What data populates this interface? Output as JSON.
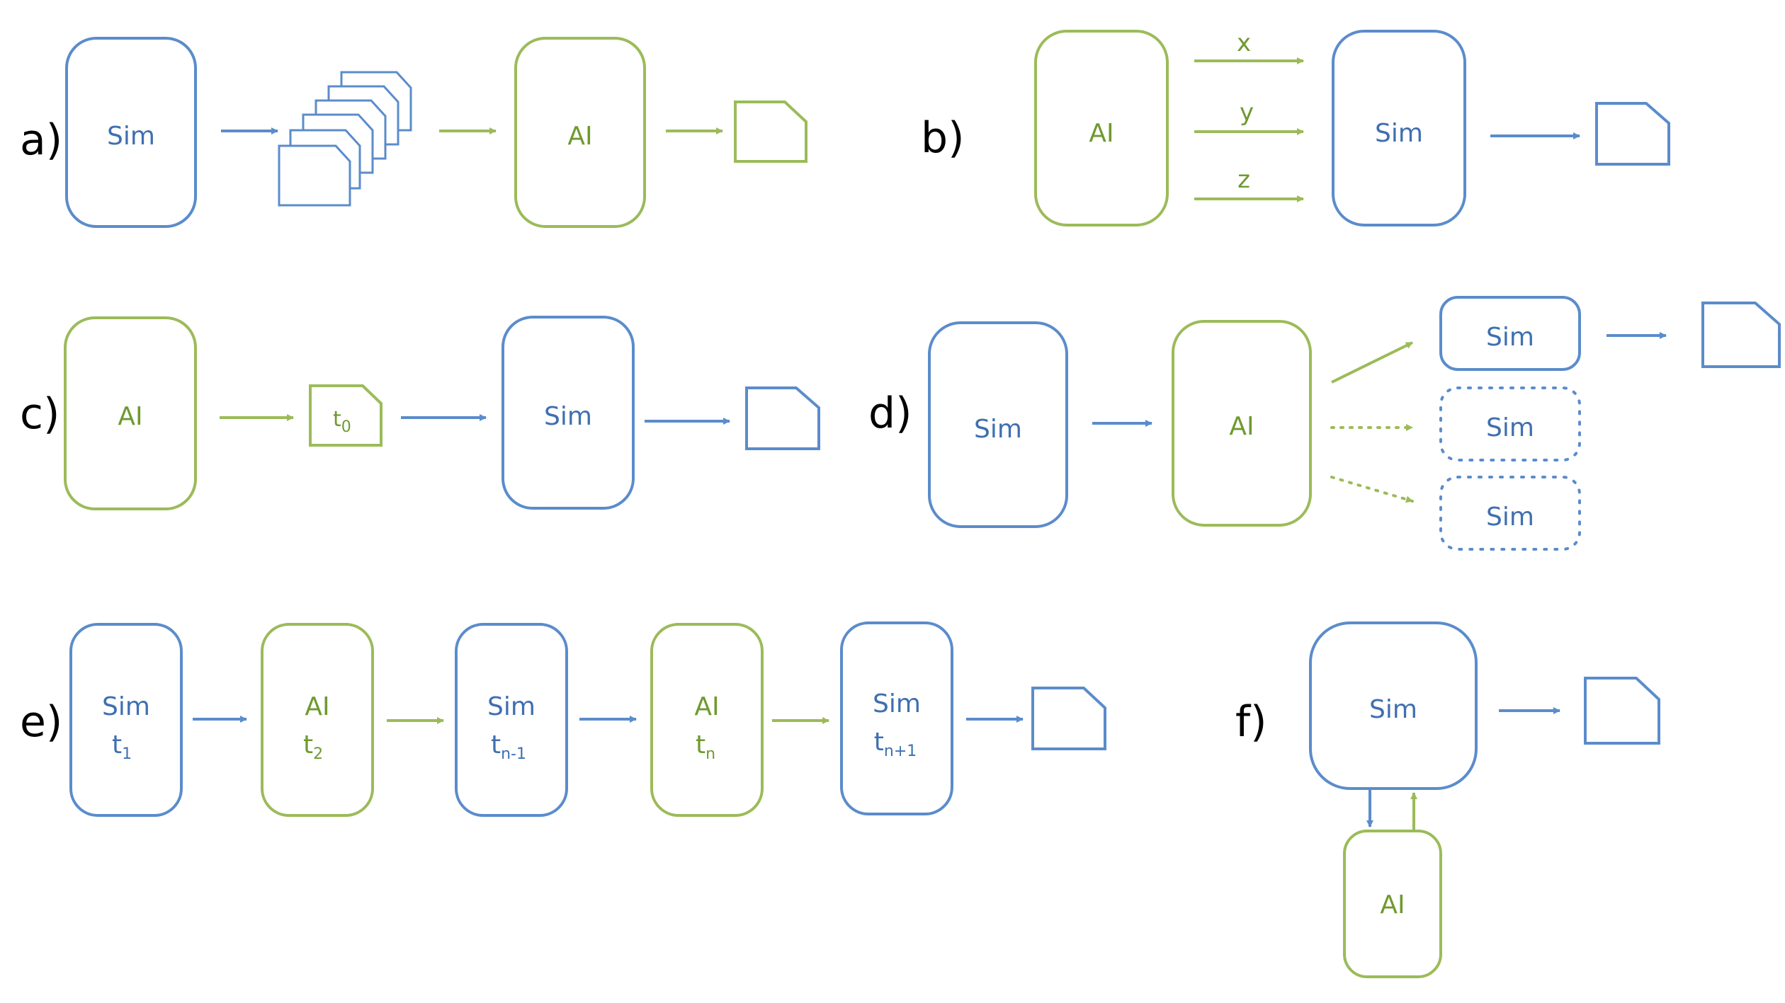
{
  "colors": {
    "sim": "#5b8ccb",
    "ai": "#9bbb59",
    "label": "#000000"
  },
  "panels": {
    "a": {
      "label": "a)",
      "sim": "Sim",
      "ai": "AI"
    },
    "b": {
      "label": "b)",
      "ai": "AI",
      "sim": "Sim",
      "inputs": [
        "x",
        "y",
        "z"
      ]
    },
    "c": {
      "label": "c)",
      "ai": "AI",
      "doc": "t",
      "doc_sub": "0",
      "sim": "Sim"
    },
    "d": {
      "label": "d)",
      "sim": "Sim",
      "ai": "AI",
      "branches": [
        "Sim",
        "Sim",
        "Sim"
      ]
    },
    "e": {
      "label": "e)",
      "steps": [
        {
          "name": "Sim",
          "t": "t",
          "sub": "1"
        },
        {
          "name": "AI",
          "t": "t",
          "sub": "2"
        },
        {
          "name": "Sim",
          "t": "t",
          "sub": "n-1"
        },
        {
          "name": "AI",
          "t": "t",
          "sub": "n"
        },
        {
          "name": "Sim",
          "t": "t",
          "sub": "n+1"
        }
      ]
    },
    "f": {
      "label": "f)",
      "sim": "Sim",
      "ai": "AI"
    }
  }
}
